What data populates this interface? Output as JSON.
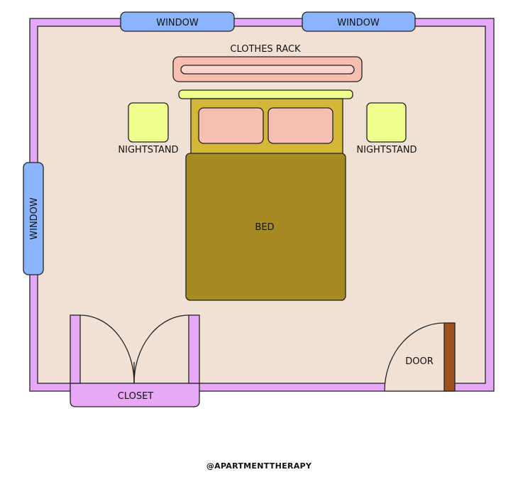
{
  "labels": {
    "window_top_left": "WINDOW",
    "window_top_right": "WINDOW",
    "window_left": "WINDOW",
    "clothes_rack": "CLOTHES RACK",
    "nightstand_left": "NIGHTSTAND",
    "nightstand_right": "NIGHTSTAND",
    "bed": "BED",
    "closet": "CLOSET",
    "door": "DOOR"
  },
  "credit": "@APARTMENTTHERAPY",
  "colors": {
    "wall": "#e7a8f8",
    "floor": "#f1e1d5",
    "window": "#8ab4ff",
    "clothes_rack": "#f7beb2",
    "nightstand": "#f0fc8e",
    "headboard": "#d4b737",
    "bed": "#a68a22",
    "pillow": "#f7beb2",
    "door": "#a0521e"
  }
}
